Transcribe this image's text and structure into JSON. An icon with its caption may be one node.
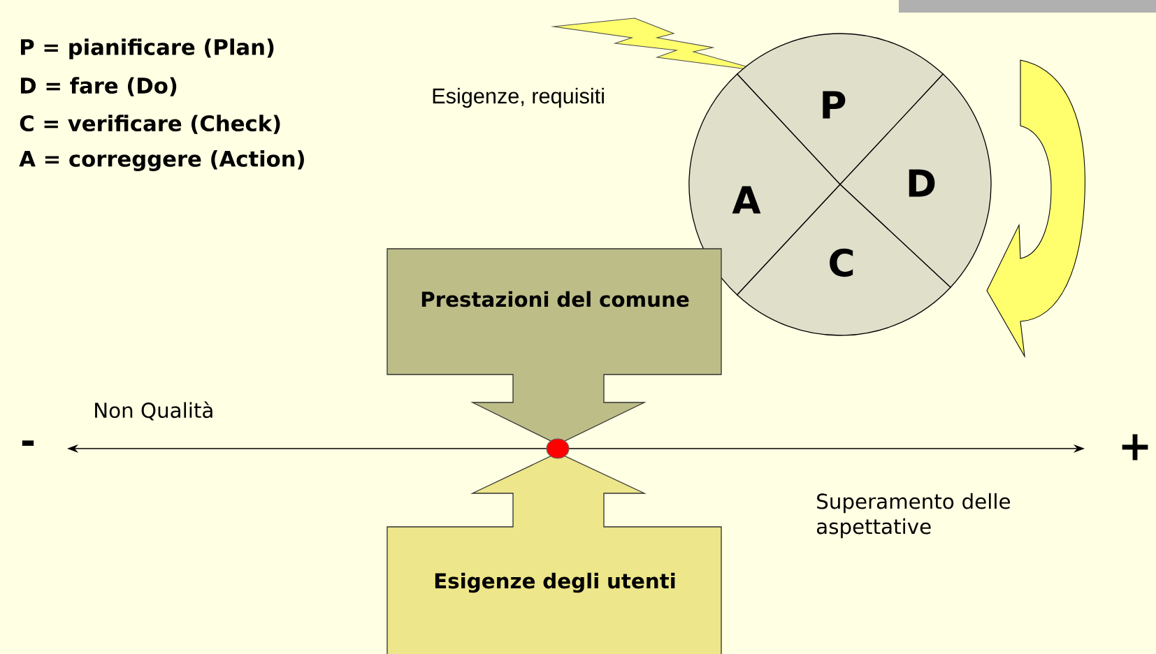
{
  "diagram": {
    "nodes": [
      {
        "text": [
          "P"
        ]
      },
      {
        "text": [
          "D"
        ]
      },
      {
        "text": [
          "A"
        ]
      },
      {
        "text": [
          "C"
        ]
      },
      {
        "text": [
          "Prestazioni del comune"
        ]
      },
      {
        "text": [
          "Esigenze degli utenti"
        ]
      }
    ],
    "labels": [
      "P = pianificare (Plan)",
      "D = fare (Do)",
      "C = verificare (Check)",
      "A = correggere (Action)",
      "Esigenze, requisiti",
      "Non Qualità",
      "-",
      "+",
      "Superamento delle aspettative"
    ]
  }
}
